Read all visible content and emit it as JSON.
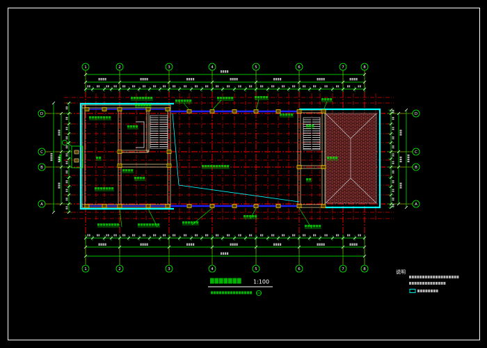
{
  "drawing": {
    "scale": "1:100",
    "notes_heading": "说明"
  },
  "grid": {
    "columns": [
      "1",
      "2",
      "3",
      "4",
      "5",
      "6",
      "7",
      "8"
    ],
    "rows": [
      "D",
      "C",
      "B",
      "A"
    ]
  },
  "colors": {
    "background": "#000000",
    "frame": "#FFFFFF",
    "axis": "#FF0000",
    "dimension": "#00FF00",
    "dimension_text": "#FFFFFF",
    "wall": "#D9C98C",
    "outer_wall": "#00FFFF",
    "wiring": "#2222FF",
    "fixture": "#FFD400",
    "fixture_fill": "#5A4500",
    "stair": "#FFFFFF",
    "roof_tile": "#B04A4A",
    "roof_base": "#2A0808",
    "label": "#00FF00",
    "legend": "#00FFFF"
  }
}
